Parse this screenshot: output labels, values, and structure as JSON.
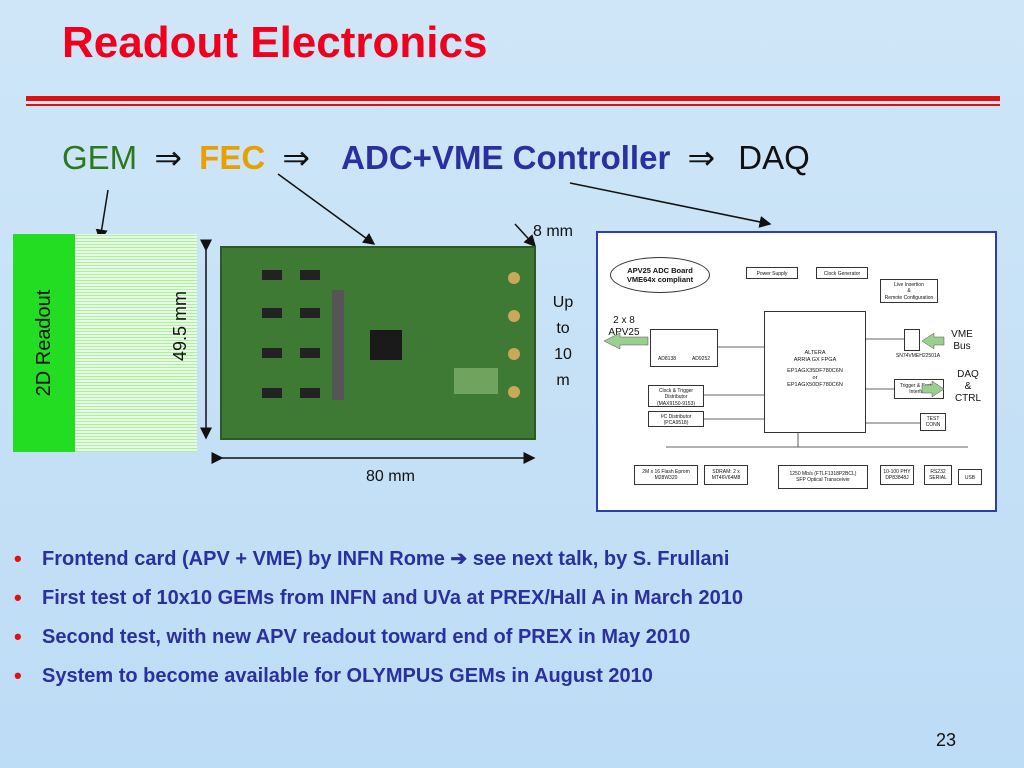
{
  "slide": {
    "title": "Readout Electronics",
    "page_number": "23"
  },
  "flow": {
    "gem": "GEM",
    "arrow": "⇒",
    "fec": "FEC",
    "adc_vme": "ADC+VME Controller",
    "daq": "DAQ"
  },
  "photo": {
    "readout_label": "2D Readout",
    "height_dim": "49.5 mm",
    "width_dim": "80 mm",
    "depth_dim": "8 mm",
    "length_note": [
      "Up",
      "to",
      "10",
      "m"
    ]
  },
  "block_diagram": {
    "board_title": "APV25 ADC Board",
    "board_subtitle": "VME64x compliant",
    "input_label": [
      "2 x 8",
      "APV25"
    ],
    "power_supply": "Power Supply",
    "clock_generator": "Clock Generator",
    "live_insertion": [
      "Live Insertion",
      "&",
      "Remote Configuration"
    ],
    "fpga": [
      "ALTERA",
      "ARRIA GX FPGA",
      "EP1AGX35DF780C6N",
      "or",
      "EP1AGX50DF780C6N"
    ],
    "adc1": "AD8138",
    "adc2": "AD9252",
    "clock_trigger": [
      "Clock & Trigger",
      "Distributor",
      "(MAX9150-9153)"
    ],
    "i2c": [
      "I²C Distributor",
      "(PCA9518)"
    ],
    "vme_chip": "SN74VMEH22501A",
    "vme_bus": [
      "VME",
      "Bus"
    ],
    "trigger_system": [
      "Trigger & System",
      "Interface"
    ],
    "daq_ctrl": [
      "DAQ",
      "&",
      "CTRL"
    ],
    "test_conn": [
      "TEST",
      "CONN"
    ],
    "flash": [
      "2M x 16 Flash Eprom",
      "M28W320"
    ],
    "sdram": [
      "SDRAM: 2 x",
      "MT46V64M8"
    ],
    "transceiver": [
      "1250 Mb/s (FTLF1318P2BCL)",
      "SFP Optical Transceiver"
    ],
    "phy": [
      "10-100 PHY",
      "DP83848J"
    ],
    "rs232": [
      "RS232",
      "SERIAL"
    ],
    "usb": "USB"
  },
  "bullets": [
    "Frontend card (APV + VME) by INFN Rome ➔ see next talk, by S. Frullani",
    "First test of 10x10 GEMs from INFN and UVa at PREX/Hall A in March 2010",
    "Second test, with new APV readout toward end of PREX in May 2010",
    "System to become available for OLYMPUS GEMs in August 2010"
  ],
  "colors": {
    "title": "#f0001c",
    "rule": "#e01010",
    "gem": "#2a7a1a",
    "fec": "#e8a000",
    "adc": "#2b2fa0",
    "bullet_text": "#2b2fa0",
    "readout_green": "#22dd22"
  }
}
